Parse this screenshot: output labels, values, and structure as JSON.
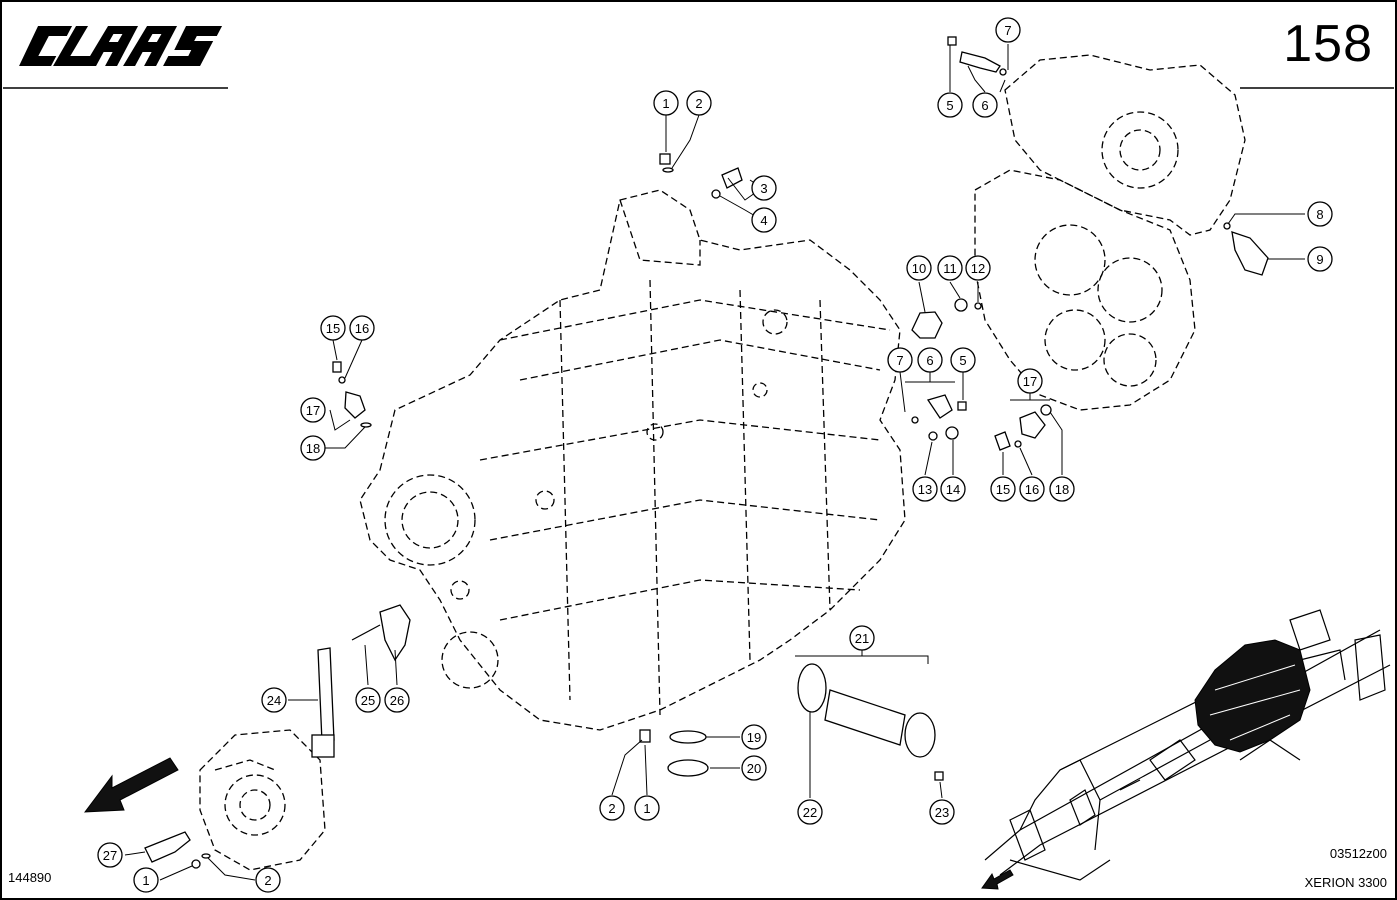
{
  "header": {
    "brand": "CLAAS",
    "page_number": "158"
  },
  "footer": {
    "drawing_id_left": "144890",
    "drawing_code": "03512z00",
    "model": "XERION 3300"
  },
  "callouts": [
    {
      "label": "1"
    },
    {
      "label": "2"
    },
    {
      "label": "3"
    },
    {
      "label": "4"
    },
    {
      "label": "7"
    },
    {
      "label": "5"
    },
    {
      "label": "6"
    },
    {
      "label": "8"
    },
    {
      "label": "9"
    },
    {
      "label": "10"
    },
    {
      "label": "11"
    },
    {
      "label": "12"
    },
    {
      "label": "15"
    },
    {
      "label": "16"
    },
    {
      "label": "17"
    },
    {
      "label": "18"
    },
    {
      "label": "7"
    },
    {
      "label": "6"
    },
    {
      "label": "5"
    },
    {
      "label": "13"
    },
    {
      "label": "14"
    },
    {
      "label": "17"
    },
    {
      "label": "15"
    },
    {
      "label": "16"
    },
    {
      "label": "18"
    },
    {
      "label": "21"
    },
    {
      "label": "24"
    },
    {
      "label": "25"
    },
    {
      "label": "26"
    },
    {
      "label": "19"
    },
    {
      "label": "20"
    },
    {
      "label": "2"
    },
    {
      "label": "1"
    },
    {
      "label": "22"
    },
    {
      "label": "23"
    },
    {
      "label": "27"
    },
    {
      "label": "1"
    },
    {
      "label": "2"
    }
  ]
}
